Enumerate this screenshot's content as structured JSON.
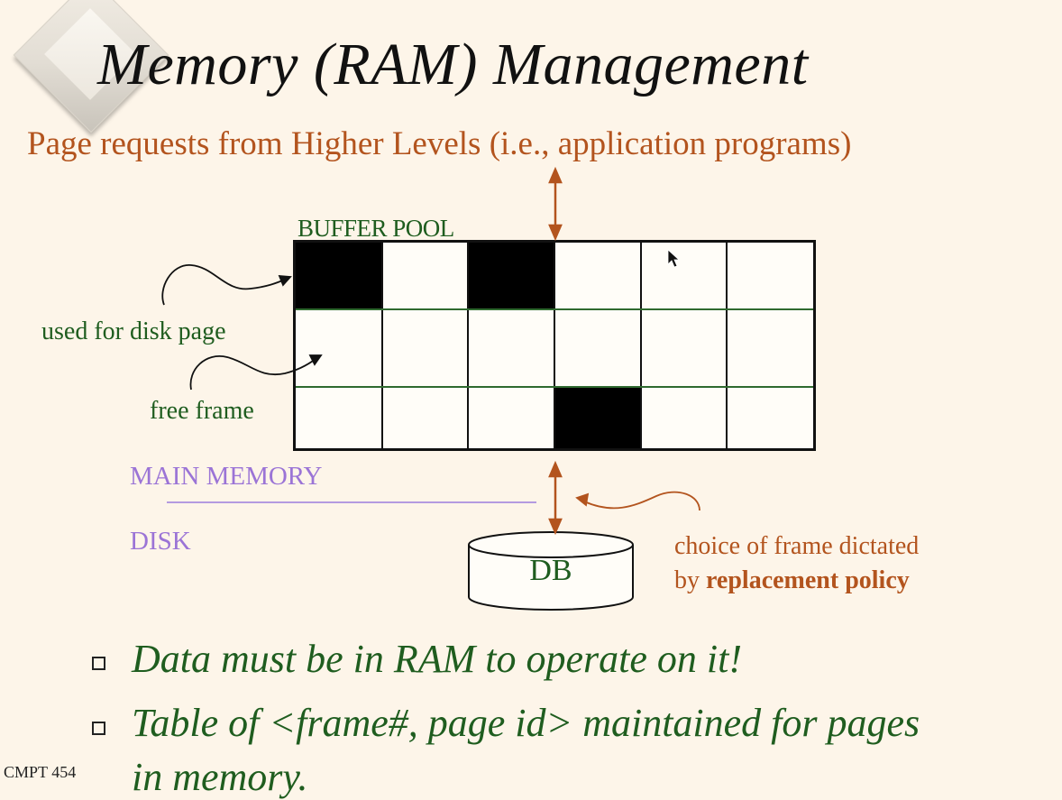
{
  "slide": {
    "title": "Memory (RAM) Management",
    "subtitle": "Page requests from Higher Levels (i.e., application programs)",
    "buffer_pool_label": "BUFFER POOL",
    "used_label": "used for disk page",
    "free_label": "free frame",
    "main_memory_label": "MAIN MEMORY",
    "disk_label": "DISK",
    "db_label": "DB",
    "choice_line1": "choice of frame dictated",
    "choice_line2_prefix": "by ",
    "choice_line2_bold": "replacement policy",
    "bullet1": "Data must be in RAM to operate on it!",
    "bullet2_line1": "Table of <frame#, page id> maintained for pages",
    "bullet2_line2": "in memory.",
    "course": "CMPT 454"
  },
  "grid": {
    "rows": 3,
    "cols": 6,
    "used_cells": [
      [
        0,
        0
      ],
      [
        0,
        2
      ],
      [
        2,
        3
      ]
    ]
  },
  "colors": {
    "background": "#fdf5e9",
    "title": "#111111",
    "accent_orange": "#b3541e",
    "green_text": "#1f5d1f",
    "purple": "#9b74d6",
    "used_frame": "#000000"
  },
  "icons": [
    "cursor-pointer-icon",
    "diamond-decoration"
  ]
}
